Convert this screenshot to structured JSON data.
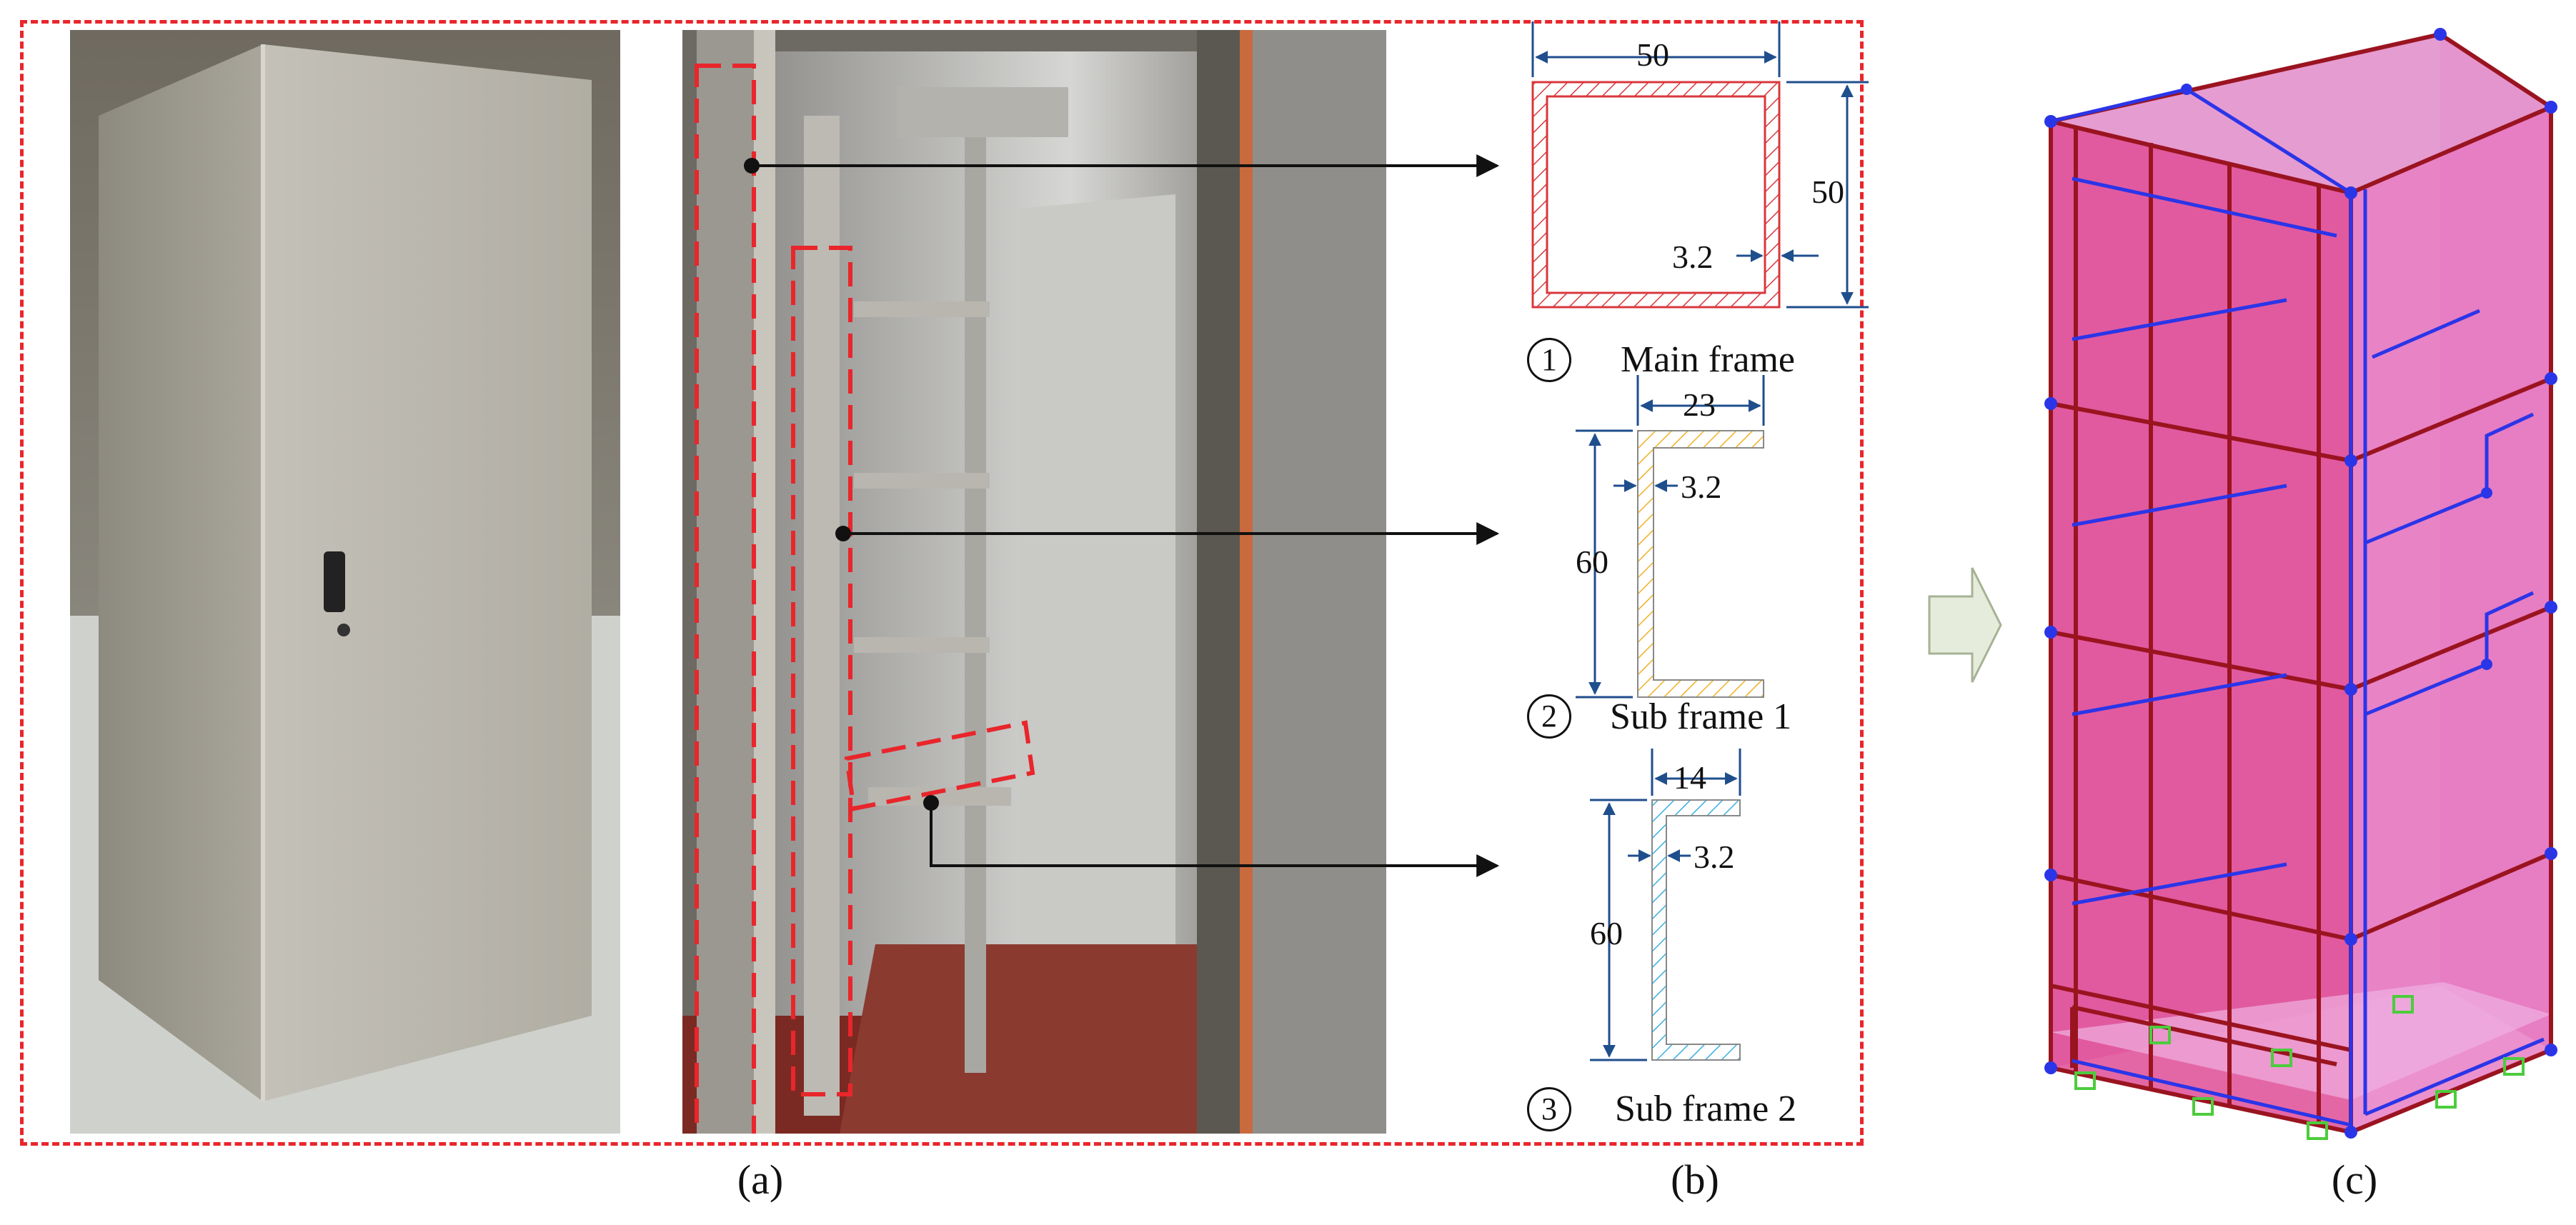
{
  "captions": {
    "a": "(a)",
    "b": "(b)",
    "c": "(c)"
  },
  "sections": [
    {
      "number": "1",
      "name": "Main frame",
      "width": "50",
      "height": "50",
      "thickness": "3.2"
    },
    {
      "number": "2",
      "name": "Sub frame 1",
      "width": "23",
      "height": "60",
      "thickness": "3.2"
    },
    {
      "number": "3",
      "name": "Sub frame 2",
      "width": "14",
      "height": "60",
      "thickness": "3.2"
    }
  ],
  "colors": {
    "dash_frame": "#e8262b",
    "main_frame_hatch": "#d8383c",
    "sub_frame_1_hatch": "#f0b024",
    "sub_frame_2_hatch": "#3aaee0",
    "dimension_lines": "#1f4e8c",
    "model_skin": "#dc3c9c",
    "model_red_members": "#9a1420",
    "model_blue_members": "#2b35e8",
    "supports": "#4ccc3c"
  }
}
